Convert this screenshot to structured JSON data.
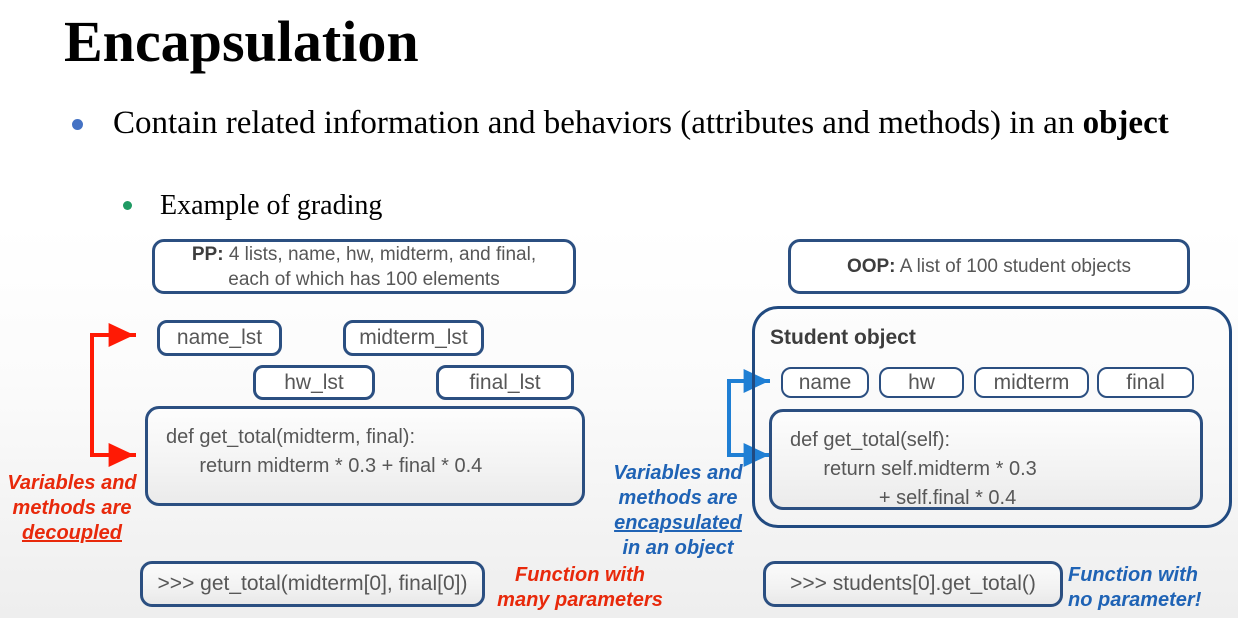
{
  "slide": {
    "title": "Encapsulation",
    "bullets": [
      {
        "level": 1,
        "text_plain": "Contain related information and behaviors (attributes and methods) in an object",
        "text_lead": "Contain related information and behaviors (attributes and methods) in an ",
        "text_bold": "object",
        "bullet_color": "#4472c4"
      },
      {
        "level": 2,
        "text_plain": "Example of grading",
        "bullet_color": "#1f9a63"
      }
    ]
  },
  "diagram": {
    "left": {
      "header_label": "PP:",
      "header_text": " 4 lists, name, hw, midterm, and final,\neach of which has 100 elements",
      "list_boxes": [
        "name_lst",
        "midterm_lst",
        "hw_lst",
        "final_lst"
      ],
      "code": "def get_total(midterm, final):\n      return midterm * 0.3 + final * 0.4",
      "prompt": ">>> get_total(midterm[0], final[0])",
      "annotation_lines": [
        "Variables and",
        "methods are",
        "decoupled"
      ],
      "annotation_underlined": "decoupled",
      "annotation_color": "#e8290b",
      "caption_lines": [
        "Function with",
        "many parameters"
      ],
      "caption_color": "#e8290b",
      "arrow_color": "#ff1a05"
    },
    "right": {
      "header_label": "OOP:",
      "header_text": " A list of 100 student objects",
      "object_label": "Student object",
      "attr_boxes": [
        "name",
        "hw",
        "midterm",
        "final"
      ],
      "code": "def get_total(self):\n      return self.midterm * 0.3\n                + self.final * 0.4",
      "prompt": ">>> students[0].get_total()",
      "annotation_lines": [
        "Variables and",
        "methods are",
        "encapsulated",
        "in an object"
      ],
      "annotation_underlined": "encapsulated",
      "annotation_color": "#1f63b5",
      "caption_lines": [
        "Function with",
        "no parameter!"
      ],
      "caption_color": "#1f63b5",
      "arrow_color": "#1f7fd4"
    }
  },
  "colors": {
    "box_border": "#2b4f81",
    "object_border": "#214a80",
    "box_text": "#575757",
    "label_text": "#3d3d3d",
    "title_text": "#000000"
  }
}
